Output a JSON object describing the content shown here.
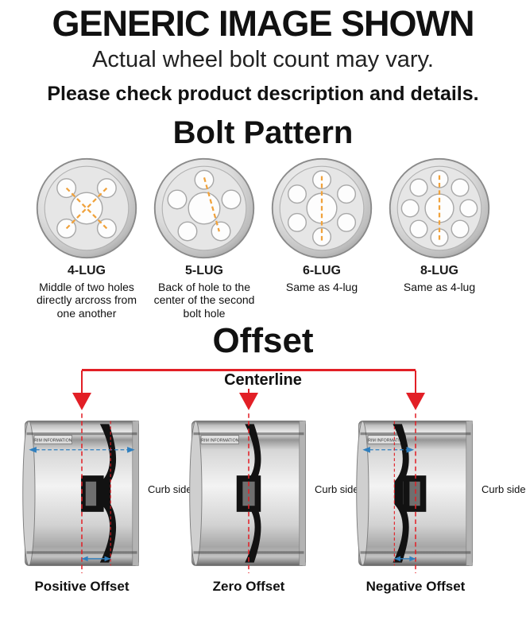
{
  "header": {
    "title": "GENERIC IMAGE SHOWN",
    "subtitle": "Actual wheel bolt count may vary.",
    "note": "Please check product description and details."
  },
  "bolt_pattern": {
    "heading": "Bolt Pattern",
    "lugs": [
      {
        "label": "4-LUG",
        "description": "Middle of two holes directly arcross from one another"
      },
      {
        "label": "5-LUG",
        "description": "Back of hole to the center of the second bolt hole"
      },
      {
        "label": "6-LUG",
        "description": "Same as 4-lug"
      },
      {
        "label": "8-LUG",
        "description": "Same as 4-lug"
      }
    ]
  },
  "offset": {
    "heading": "Offset",
    "centerline_label": "Centerline",
    "barrel_text": "RIM INFORMATION",
    "wheels": [
      {
        "label": "Positive Offset",
        "curb_label": "Curb side"
      },
      {
        "label": "Zero Offset",
        "curb_label": "Curb side"
      },
      {
        "label": "Negative Offset",
        "curb_label": "Curb side"
      }
    ]
  },
  "colors": {
    "centerline_red": "#e21f26",
    "measure_blue": "#2f7fbe",
    "pattern_orange": "#f0a23c"
  }
}
